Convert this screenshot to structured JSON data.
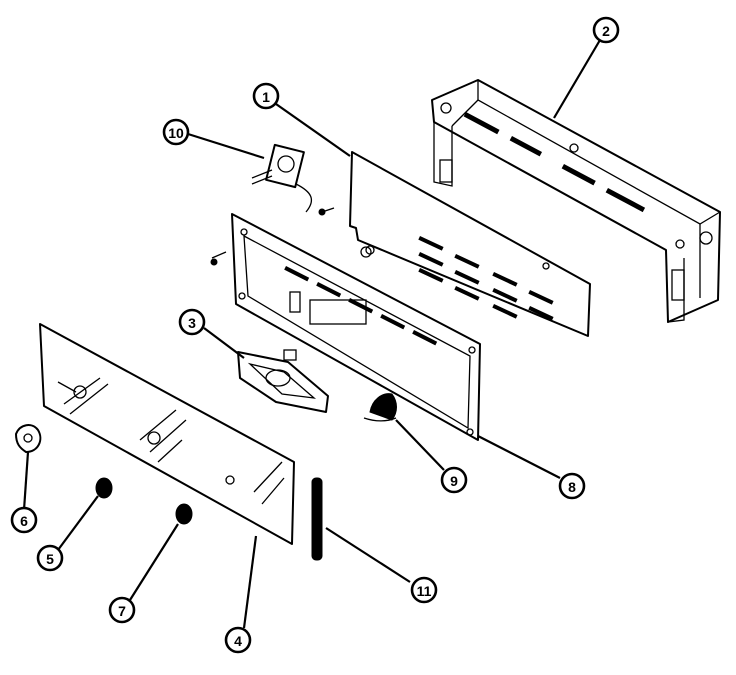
{
  "callouts": [
    {
      "id": "c1",
      "label": "1"
    },
    {
      "id": "c2",
      "label": "2"
    },
    {
      "id": "c3",
      "label": "3"
    },
    {
      "id": "c4",
      "label": "4"
    },
    {
      "id": "c5",
      "label": "5"
    },
    {
      "id": "c6",
      "label": "6"
    },
    {
      "id": "c7",
      "label": "7"
    },
    {
      "id": "c8",
      "label": "8"
    },
    {
      "id": "c9",
      "label": "9"
    },
    {
      "id": "c10",
      "label": "10"
    },
    {
      "id": "c11",
      "label": "11"
    }
  ],
  "colors": {
    "ink": "#000000",
    "paper": "#ffffff"
  }
}
